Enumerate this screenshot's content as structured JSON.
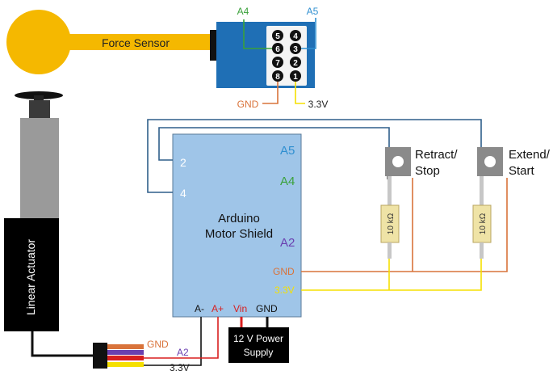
{
  "sensor": {
    "label": "Force Sensor",
    "pins": [
      "5",
      "4",
      "6",
      "3",
      "7",
      "2",
      "8",
      "1"
    ],
    "pin_a4": "A4",
    "pin_a5": "A5",
    "gnd": "GND",
    "v33": "3.3V"
  },
  "shield": {
    "title_line1": "Arduino",
    "title_line2": "Motor Shield",
    "pin_2": "2",
    "pin_4": "4",
    "a5": "A5",
    "a4": "A4",
    "a2": "A2",
    "gnd": "GND",
    "v33": "3.3V",
    "a_minus": "A-",
    "a_plus": "A+",
    "vin": "Vin",
    "gnd_bottom": "GND"
  },
  "buttons": {
    "retract_line1": "Retract/",
    "retract_line2": "Stop",
    "extend_line1": "Extend/",
    "extend_line2": "Start"
  },
  "resistors": [
    "10 kΩ",
    "10 kΩ"
  ],
  "actuator": {
    "label": "Linear Actuator",
    "wire_gnd": "GND",
    "wire_a2": "A2",
    "wire_33": "3.3V"
  },
  "power": {
    "line1": "12 V Power",
    "line2": "Supply"
  },
  "colors": {
    "sensor_yellow": "#f5b800",
    "board_blue": "#9fc5e8",
    "connector_blue": "#1f6fb5",
    "gnd_orange": "#d9733a",
    "v33_yellow": "#f5e000",
    "a5_blue": "#2f8fd0",
    "a4_green": "#3aa13a",
    "a2_purple": "#6a3fb0",
    "a_plus_red": "#d81f1f",
    "resistor_tan": "#efe3a6"
  }
}
